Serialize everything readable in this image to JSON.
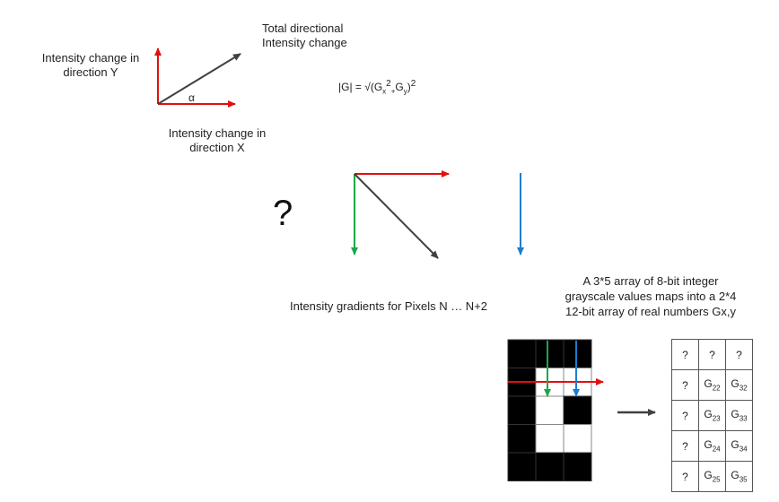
{
  "top_diagram": {
    "label_y_line1": "Intensity change in",
    "label_y_line2": "direction Y",
    "label_total_line1": "Total directional",
    "label_total_line2": "Intensity change",
    "label_x_line1": "Intensity change in",
    "label_x_line2": "direction X",
    "angle": "α",
    "formula": {
      "lhs": "|G| = √(G",
      "x_sub": "x",
      "x_sup": "2",
      "plus": "+",
      "mid": "G",
      "y_sub": "y",
      "close": ")",
      "close_sup": "2"
    }
  },
  "middle": {
    "question": "?",
    "caption": "Intensity gradients for Pixels N … N+2"
  },
  "bottom": {
    "desc_line1": "A 3*5 array of 8-bit integer",
    "desc_line2": "grayscale values maps into a 2*4",
    "desc_line3": "12-bit array of real numbers Gx,y",
    "input_grid": {
      "rows": [
        [
          "black",
          "black",
          "black"
        ],
        [
          "black",
          "white",
          "white"
        ],
        [
          "black",
          "white",
          "black"
        ],
        [
          "black",
          "white",
          "white"
        ],
        [
          "black",
          "black",
          "black"
        ]
      ]
    },
    "output_grid": {
      "rows": [
        [
          {
            "t": "?",
            "s": ""
          },
          {
            "t": "?",
            "s": ""
          },
          {
            "t": "?",
            "s": ""
          }
        ],
        [
          {
            "t": "?",
            "s": ""
          },
          {
            "t": "G",
            "s": "22"
          },
          {
            "t": "G",
            "s": "32"
          }
        ],
        [
          {
            "t": "?",
            "s": ""
          },
          {
            "t": "G",
            "s": "23"
          },
          {
            "t": "G",
            "s": "33"
          }
        ],
        [
          {
            "t": "?",
            "s": ""
          },
          {
            "t": "G",
            "s": "24"
          },
          {
            "t": "G",
            "s": "34"
          }
        ],
        [
          {
            "t": "?",
            "s": ""
          },
          {
            "t": "G",
            "s": "25"
          },
          {
            "t": "G",
            "s": "35"
          }
        ]
      ]
    }
  },
  "colors": {
    "red": "#e01010",
    "green": "#1aa84a",
    "blue": "#1a7fd0",
    "dark": "#404040"
  }
}
